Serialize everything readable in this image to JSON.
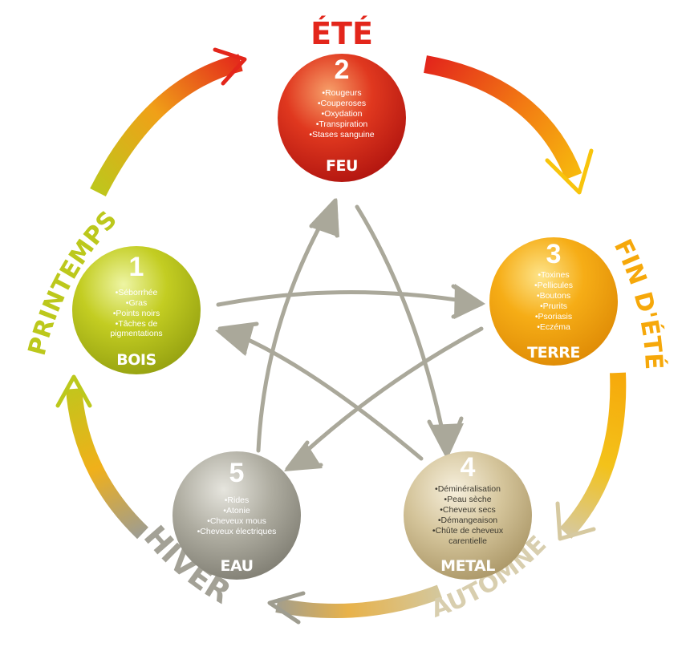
{
  "seasons": {
    "ete": "ÉTÉ",
    "fin_ete": "FIN D'ÉTÉ",
    "automne": "AUTOMNE",
    "hiver": "HIVER",
    "printemps": "PRINTEMPS"
  },
  "elements": [
    {
      "number": "2",
      "name": "FEU",
      "symptoms": [
        "•Rougeurs",
        "•Couperoses",
        "•Oxydation",
        "•Transpiration",
        "•Stases sanguine"
      ],
      "color": "#d8271f"
    },
    {
      "number": "3",
      "name": "TERRE",
      "symptoms": [
        "•Toxines",
        "•Pellicules",
        "•Boutons",
        "•Prurits",
        "•Psoriasis",
        "•Eczéma"
      ],
      "color": "#f2a20c"
    },
    {
      "number": "4",
      "name": "METAL",
      "symptoms": [
        "•Déminéralisation",
        "•Peau sèche",
        "•Cheveux secs",
        "•Démangeaison",
        "•Chûte de cheveux",
        "carentielle"
      ],
      "color": "#c8b27a"
    },
    {
      "number": "5",
      "name": "EAU",
      "symptoms": [
        "•Rides",
        "•Atonie",
        "•Cheveux mous",
        "•Cheveux électriques"
      ],
      "color": "#9b9a8e"
    },
    {
      "number": "1",
      "name": "BOIS",
      "symptoms": [
        "•Séborrhée",
        "•Gras",
        "•Points noirs",
        "•Tâches de",
        "pigmentations"
      ],
      "color": "#b8c21a"
    }
  ],
  "colors": {
    "red": "#e3261b",
    "orange": "#f6a80a",
    "beige": "#d4c79b",
    "grey": "#9f9d90",
    "olive": "#bcc81c",
    "star_arrow": "#aaa89a"
  }
}
